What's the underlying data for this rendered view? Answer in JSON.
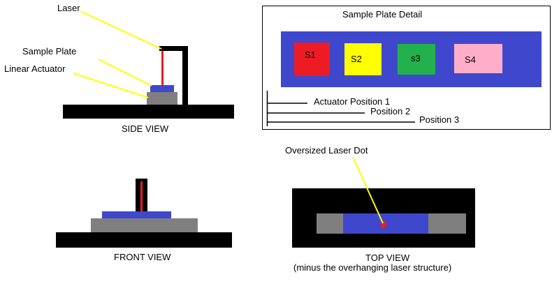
{
  "labels": {
    "laser": "Laser",
    "sample_plate": "Sample Plate",
    "linear_actuator": "Linear Actuator",
    "side_view": "SIDE VIEW",
    "detail_title": "Sample Plate Detail",
    "s1": "S1",
    "s2": "S2",
    "s3": "s3",
    "s4": "S4",
    "position1": "Actuator Position 1",
    "position2": "Position 2",
    "position3": "Position 3",
    "oversized_dot": "Oversized Laser Dot",
    "front_view": "FRONT VIEW",
    "top_view": "TOP VIEW",
    "top_view_note": "(minus the overhanging laser structure)"
  },
  "colors": {
    "black": "#000000",
    "plate_blue": "#3f48cc",
    "actuator_gray": "#7f7f7f",
    "laser_red": "#ed1c24",
    "callout_yellow": "#ffff00",
    "s1": "#ed1c24",
    "s2": "#ffff00",
    "s3": "#22b14c",
    "s4": "#ffaec9"
  }
}
